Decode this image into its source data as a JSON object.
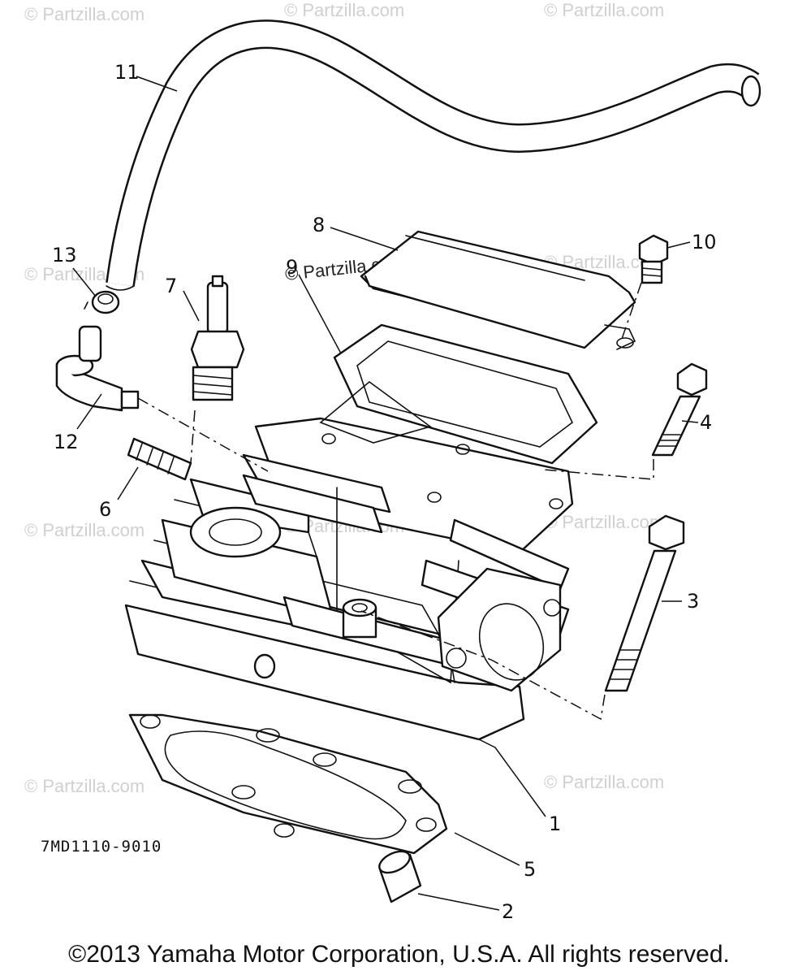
{
  "diagram": {
    "drawing_code": "7MD1110-9010",
    "callouts": [
      "1",
      "2",
      "3",
      "4",
      "5",
      "6",
      "7",
      "8",
      "9",
      "10",
      "11",
      "12",
      "13"
    ],
    "watermark": "© Partzilla.com",
    "copyright": "©2013 Yamaha Motor Corporation, U.S.A. All rights reserved."
  },
  "colors": {
    "line": "#111111",
    "watermark": "#d0d0d0",
    "background": "#ffffff"
  }
}
